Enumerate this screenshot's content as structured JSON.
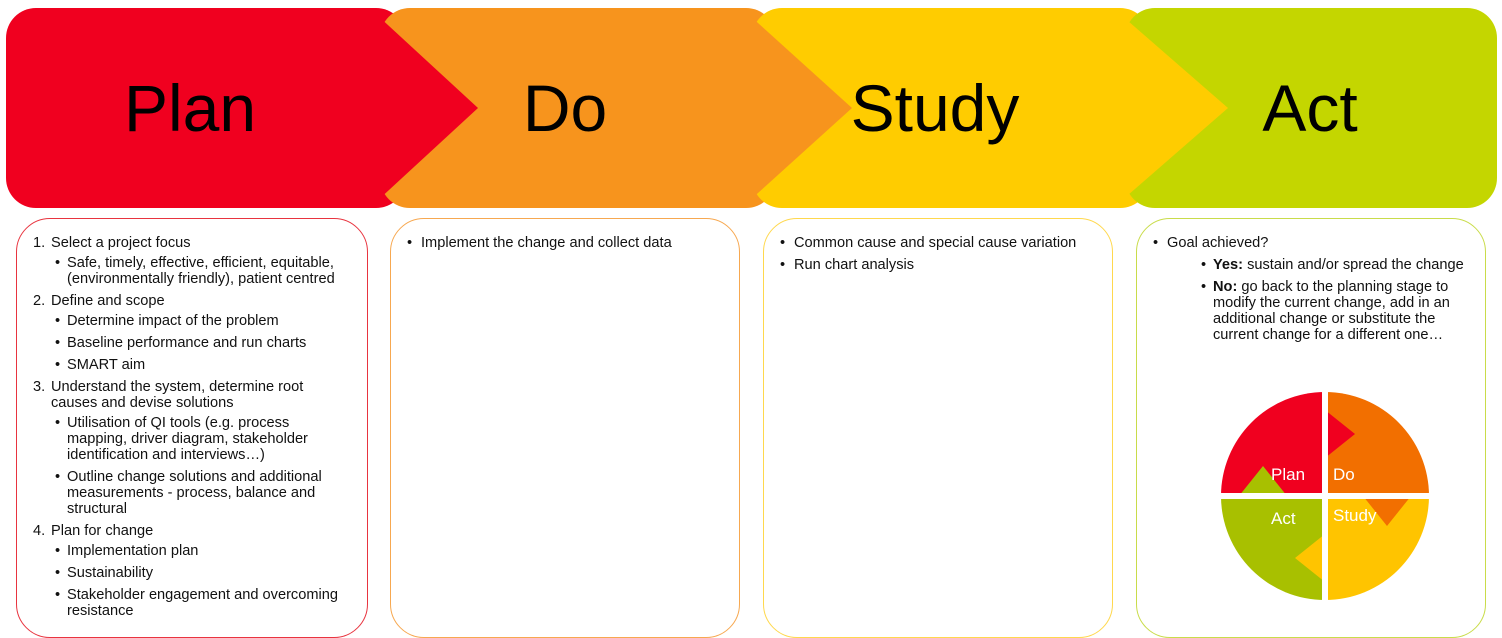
{
  "stages": {
    "plan": {
      "label": "Plan",
      "color": "#f0001f"
    },
    "do": {
      "label": "Do",
      "color": "#f7941d"
    },
    "study": {
      "label": "Study",
      "color": "#ffcc00"
    },
    "act": {
      "label": "Act",
      "color": "#c4d600"
    }
  },
  "plan_card": {
    "border_color": "#e8343f",
    "item1": "Select a project focus",
    "item1_sub1": "Safe, timely, effective, efficient, equitable, (environmentally friendly), patient centred",
    "item2": "Define and scope",
    "item2_sub1": "Determine impact of the problem",
    "item2_sub2": "Baseline performance and run charts",
    "item2_sub3": "SMART aim",
    "item3": "Understand the system, determine root causes and devise solutions",
    "item3_sub1": "Utilisation of QI tools (e.g. process mapping, driver diagram, stakeholder identification and interviews…)",
    "item3_sub2": "Outline change solutions and additional measurements - process, balance and structural",
    "item4": "Plan for change",
    "item4_sub1": "Implementation plan",
    "item4_sub2": "Sustainability",
    "item4_sub3": "Stakeholder engagement and overcoming resistance"
  },
  "do_card": {
    "border_color": "#f7a850",
    "item1": "Implement the change and collect data"
  },
  "study_card": {
    "border_color": "#ffd84d",
    "item1": "Common cause and special cause variation",
    "item2": "Run chart analysis"
  },
  "act_card": {
    "border_color": "#c9dc4a",
    "item1": "Goal achieved?",
    "yes_label": "Yes:",
    "yes_text": "sustain and/or spread the change",
    "no_label": "No:",
    "no_text": "go back to the planning stage to modify the current change, add in an additional change or substitute the current change for a different one…"
  },
  "cycle": {
    "plan": "Plan",
    "do": "Do",
    "study": "Study",
    "act": "Act",
    "plan_color": "#f0001f",
    "do_color": "#f26f00",
    "study_color": "#ffc400",
    "act_color": "#a8c000"
  }
}
